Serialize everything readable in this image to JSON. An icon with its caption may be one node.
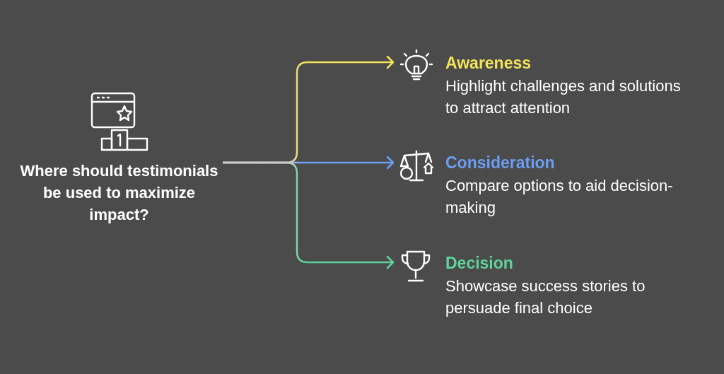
{
  "diagram": {
    "nodes": [
      {
        "text": [
          "Where should testimonials be used to maximize impact?"
        ]
      },
      {
        "text": [
          "Awareness",
          "Highlight challenges and solutions to attract attention"
        ]
      },
      {
        "text": [
          "Consideration",
          "Compare options to aid decision-making"
        ]
      },
      {
        "text": [
          "Decision",
          "Showcase success stories to persuade final choice"
        ]
      }
    ],
    "edges": [
      {
        "from": 0,
        "to": 1,
        "arrow": "to",
        "color": "#f2e35a"
      },
      {
        "from": 0,
        "to": 2,
        "arrow": "to",
        "color": "#6b9ef2"
      },
      {
        "from": 0,
        "to": 3,
        "arrow": "to",
        "color": "#5ed39a"
      }
    ]
  }
}
